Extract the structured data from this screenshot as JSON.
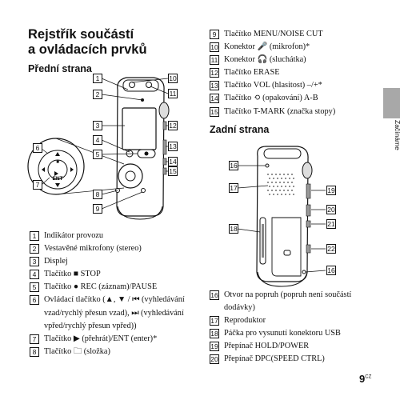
{
  "title_lines": [
    "Rejstřík součástí",
    "a ovládacích prvků"
  ],
  "front_heading": "Přední strana",
  "back_heading": "Zadní strana",
  "side_tab_label": "Začínáme",
  "page_number": "9",
  "page_suffix": "CZ",
  "front_callouts": [
    "1",
    "2",
    "3",
    "4",
    "5",
    "6",
    "7",
    "8",
    "9",
    "10",
    "11",
    "12",
    "13",
    "14",
    "15"
  ],
  "back_callouts": [
    "16",
    "17",
    "18",
    "19",
    "20",
    "21",
    "22",
    "16"
  ],
  "device_labels": {
    "stop": "■",
    "enter": "ENT"
  },
  "front_parts": [
    {
      "n": "1",
      "text": "Indikátor provozu"
    },
    {
      "n": "2",
      "text": "Vestavěné mikrofony (stereo)"
    },
    {
      "n": "3",
      "text": "Displej"
    },
    {
      "n": "4",
      "text": "Tlačítko ■ STOP"
    },
    {
      "n": "5",
      "text": "Tlačítko ● REC (záznam)/PAUSE"
    },
    {
      "n": "6",
      "text": "Ovládací tlačítko (▲, ▼ / ⏮ (vyhledávání vzad/rychlý přesun vzad), ⏭ (vyhledávání vpřed/rychlý přesun vpřed))"
    },
    {
      "n": "7",
      "text": "Tlačítko ▶ (přehrát)/ENT (enter)*"
    },
    {
      "n": "8",
      "text": "Tlačítko 🗀 (složka)"
    }
  ],
  "front_parts_cont": [
    {
      "n": "9",
      "text": "Tlačítko MENU/NOISE CUT"
    },
    {
      "n": "10",
      "text": "Konektor 🎤 (mikrofon)*"
    },
    {
      "n": "11",
      "text": "Konektor 🎧 (sluchátka)"
    },
    {
      "n": "12",
      "text": "Tlačítko ERASE"
    },
    {
      "n": "13",
      "text": "Tlačítko VOL (hlasitost) –/+*"
    },
    {
      "n": "14",
      "text": "Tlačítko ⟲ (opakování) A-B"
    },
    {
      "n": "15",
      "text": "Tlačítko T-MARK (značka stopy)"
    }
  ],
  "back_parts": [
    {
      "n": "16",
      "text": "Otvor na popruh (popruh není součástí dodávky)"
    },
    {
      "n": "17",
      "text": "Reproduktor"
    },
    {
      "n": "18",
      "text": "Páčka pro vysunutí konektoru USB"
    },
    {
      "n": "19",
      "text": "Přepínač HOLD/POWER"
    },
    {
      "n": "20",
      "text": "Přepínač DPC(SPEED CTRL)"
    }
  ]
}
